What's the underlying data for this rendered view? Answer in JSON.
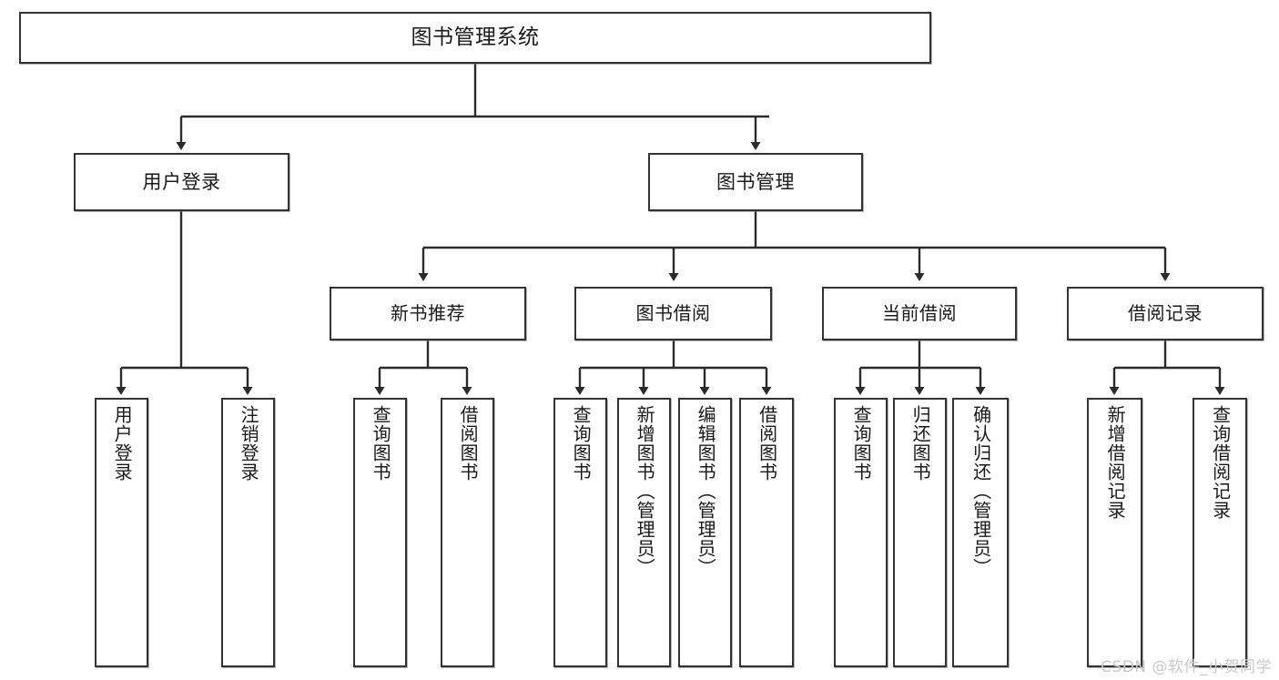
{
  "diagram": {
    "title": "图书管理系统",
    "type": "functional-structure-tree",
    "watermark": "CSDN @软件_小贺同学",
    "stroke_color": "#333333",
    "fill_color": "#ffffff",
    "text_color": "#1a1a1a",
    "watermark_color": "#c9c9c9"
  },
  "nodes": {
    "root": {
      "label": "图书管理系统"
    },
    "level2": [
      {
        "label": "用户登录"
      },
      {
        "label": "图书管理"
      }
    ],
    "level3": [
      {
        "label": "新书推荐"
      },
      {
        "label": "图书借阅"
      },
      {
        "label": "当前借阅"
      },
      {
        "label": "借阅记录"
      }
    ],
    "leaves": {
      "user_login": [
        {
          "label": "用户登录"
        },
        {
          "label": "注销登录"
        }
      ],
      "new_book_recommend": [
        {
          "label": "查询图书"
        },
        {
          "label": "借阅图书"
        }
      ],
      "book_borrow": [
        {
          "label": "查询图书"
        },
        {
          "label": "新增图书（管理员）"
        },
        {
          "label": "编辑图书（管理员）"
        },
        {
          "label": "借阅图书"
        }
      ],
      "current_borrow": [
        {
          "label": "查询图书"
        },
        {
          "label": "归还图书"
        },
        {
          "label": "确认归还（管理员）"
        }
      ],
      "borrow_record": [
        {
          "label": "新增借阅记录"
        },
        {
          "label": "查询借阅记录"
        }
      ]
    }
  }
}
